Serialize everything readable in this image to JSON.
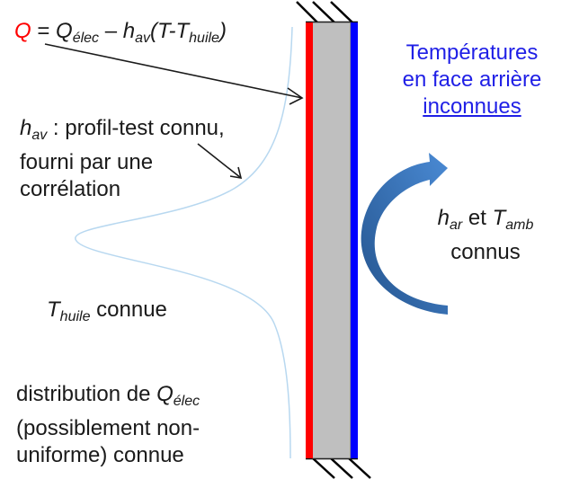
{
  "equation": {
    "lhs": "Q",
    "equals": " = ",
    "q": "Q",
    "q_sub": "élec",
    "minus": " – ",
    "h": "h",
    "h_sub": "av",
    "paren_open": "(T-",
    "t": "T",
    "t_sub": "huile",
    "paren_close": ")"
  },
  "hav_label": {
    "h": "h",
    "h_sub": "av",
    "line1_rest": " : profil-test connu,",
    "line2": "fourni par une",
    "line3": "corrélation"
  },
  "thuile_label": {
    "t": "T",
    "t_sub": "huile",
    "rest": " connue"
  },
  "qelec_label": {
    "line1": "distribution de ",
    "q": "Q",
    "q_sub": "élec",
    "line2": "(possiblement non-",
    "line3": "uniforme) connue"
  },
  "back_face_label": {
    "line1": "Températures",
    "line2": "en face arrière",
    "line3": "inconnues"
  },
  "har_label": {
    "h": "h",
    "h_sub": "ar",
    "et": " et ",
    "t": "T",
    "t_sub": "amb",
    "line2": "connus"
  },
  "colors": {
    "front_face": "#ff0000",
    "back_face": "#0000ff",
    "slab": "#bfbfbf",
    "profile": "#b8d8f0",
    "arrow": "#2f66a8",
    "title_blue": "#1f1fe6"
  }
}
